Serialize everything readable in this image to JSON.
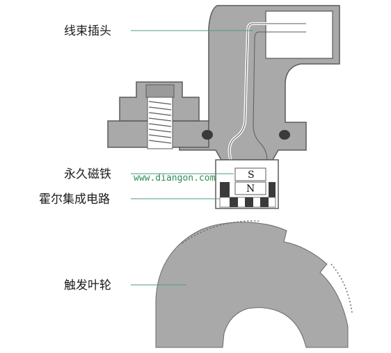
{
  "labels": {
    "connector": "线束插头",
    "magnet": "永久磁铁",
    "hall_ic": "霍尔集成电路",
    "trigger_wheel": "触发叶轮"
  },
  "magnet_poles": {
    "south": "S",
    "north": "N"
  },
  "watermark": "www.diangon.com",
  "colors": {
    "body": "#a9a9a9",
    "body_dark": "#8c8c8c",
    "outline": "#5a5a5a",
    "leader": "#4a9a8a",
    "watermark": "#2e8b57"
  }
}
